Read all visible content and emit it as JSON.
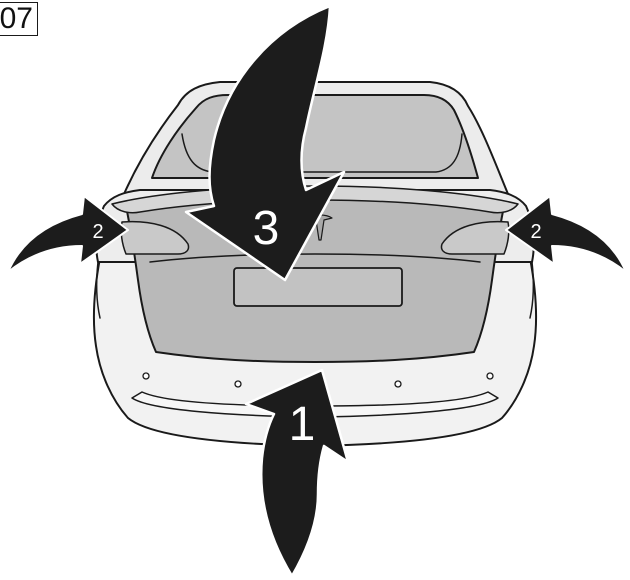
{
  "figure": {
    "id_label": "07"
  },
  "steps": {
    "pull_label": "1",
    "side_left_label": "2",
    "side_right_label": "2",
    "push_label": "3"
  },
  "colors": {
    "outline": "#1a1a1a",
    "body_fill": "#f0f0f0",
    "glass_fill": "#c4c4c4",
    "trunk_fill": "#b9b9b9",
    "arrow_fill": "#1c1c1c",
    "step_text": "#ffffff"
  }
}
